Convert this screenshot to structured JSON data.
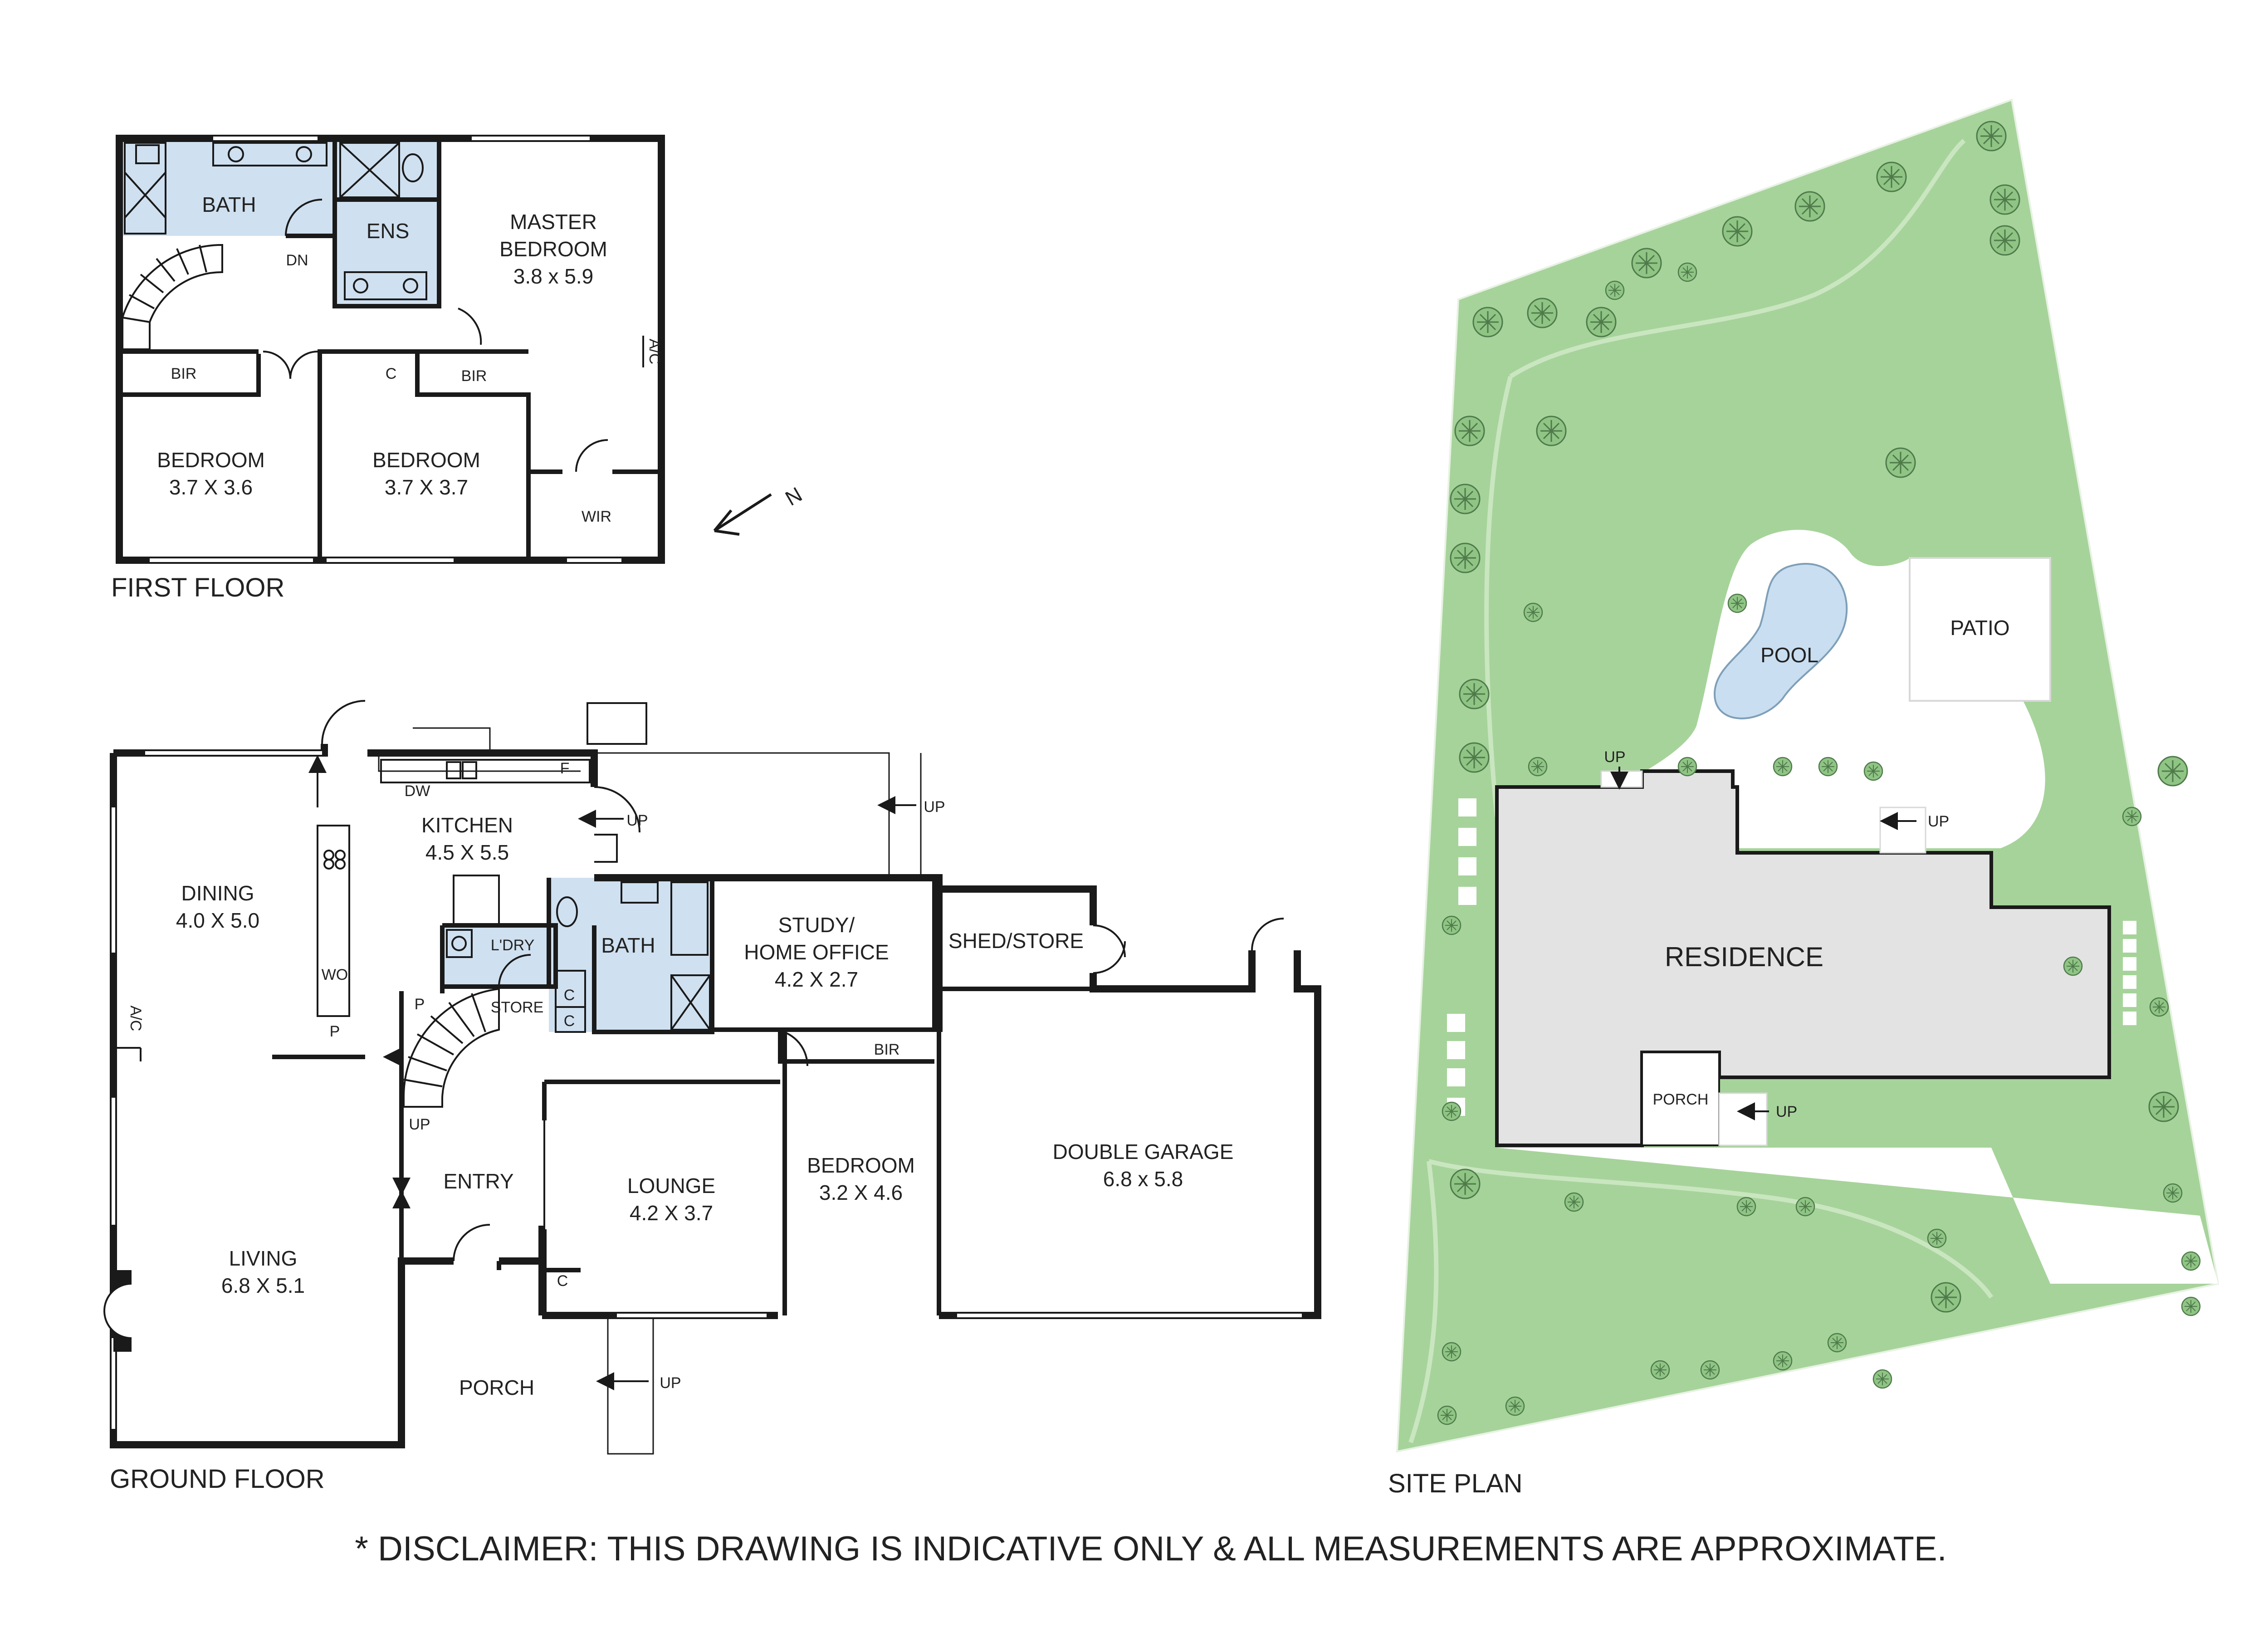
{
  "colors": {
    "wall": "#1a1a1a",
    "wet_area": "#cfe0f0",
    "lawn": "#a6d39a",
    "lawn_dark": "#8fc485",
    "residence": "#e3e3e3",
    "pool": "#c9def0",
    "patio": "#ffffff"
  },
  "first_floor": {
    "caption": "FIRST FLOOR",
    "compass_letter": "N",
    "rooms": {
      "bath": "BATH",
      "ens": "ENS",
      "master_line1": "MASTER",
      "master_line2": "BEDROOM",
      "master_dims": "3.8 x 5.9",
      "dn": "DN",
      "ac": "A/C",
      "bir_left": "BIR",
      "c": "C",
      "bir_right": "BIR",
      "bedroom_left": "BEDROOM",
      "bedroom_left_dims": "3.7 X 3.6",
      "bedroom_mid": "BEDROOM",
      "bedroom_mid_dims": "3.7 X 3.7",
      "wir": "WIR"
    }
  },
  "ground_floor": {
    "caption": "GROUND FLOOR",
    "rooms": {
      "kitchen": "KITCHEN",
      "kitchen_dims": "4.5 X 5.5",
      "dw": "DW",
      "f": "F",
      "up_kitchen": "UP",
      "up_right": "UP",
      "dining": "DINING",
      "dining_dims": "4.0 X 5.0",
      "ac": "A/C",
      "wo": "WO",
      "p1": "P",
      "p2": "P",
      "ldry": "L'DRY",
      "bath": "BATH",
      "store": "STORE",
      "c1": "C",
      "c2": "C",
      "study_line1": "STUDY/",
      "study_line2": "HOME OFFICE",
      "study_dims": "4.2 X 2.7",
      "shed": "SHED/STORE",
      "bir": "BIR",
      "up_stair": "UP",
      "entry": "ENTRY",
      "lounge": "LOUNGE",
      "lounge_dims": "4.2 X 3.7",
      "bedroom": "BEDROOM",
      "bedroom_dims": "3.2 X 4.6",
      "garage": "DOUBLE GARAGE",
      "garage_dims": "6.8 x 5.8",
      "living": "LIVING",
      "living_dims": "6.8 X 5.1",
      "c3": "C",
      "porch": "PORCH",
      "up_porch": "UP"
    }
  },
  "site_plan": {
    "caption": "SITE PLAN",
    "pool": "POOL",
    "patio": "PATIO",
    "residence": "RESIDENCE",
    "porch": "PORCH",
    "up1": "UP",
    "up2": "UP",
    "up3": "UP"
  },
  "disclaimer": "* DISCLAIMER: THIS DRAWING IS INDICATIVE ONLY & ALL MEASUREMENTS ARE APPROXIMATE."
}
